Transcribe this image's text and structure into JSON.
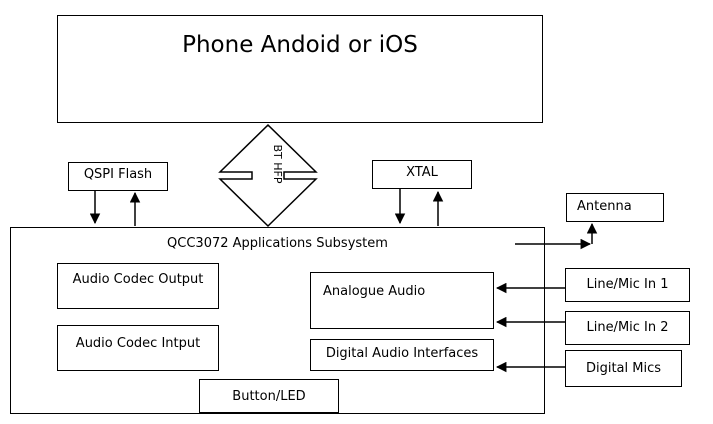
{
  "phone": {
    "label": "Phone Andoid or iOS"
  },
  "link": {
    "label": "BT HFP"
  },
  "qspi": {
    "label": "QSPI Flash"
  },
  "xtal": {
    "label": "XTAL"
  },
  "antenna": {
    "label": "Antenna"
  },
  "subsystem": {
    "label": "QCC3072 Applications Subsystem"
  },
  "codec_out": {
    "label": "Audio Codec Output"
  },
  "codec_in": {
    "label": "Audio Codec Intput"
  },
  "analogue": {
    "label": "Analogue Audio"
  },
  "digital_if": {
    "label": "Digital Audio Interfaces"
  },
  "button": {
    "label": "Button/LED"
  },
  "line_in_1": {
    "label": "Line/Mic In 1"
  },
  "line_in_2": {
    "label": "Line/Mic In 2"
  },
  "digital_mics": {
    "label": "Digital Mics"
  }
}
